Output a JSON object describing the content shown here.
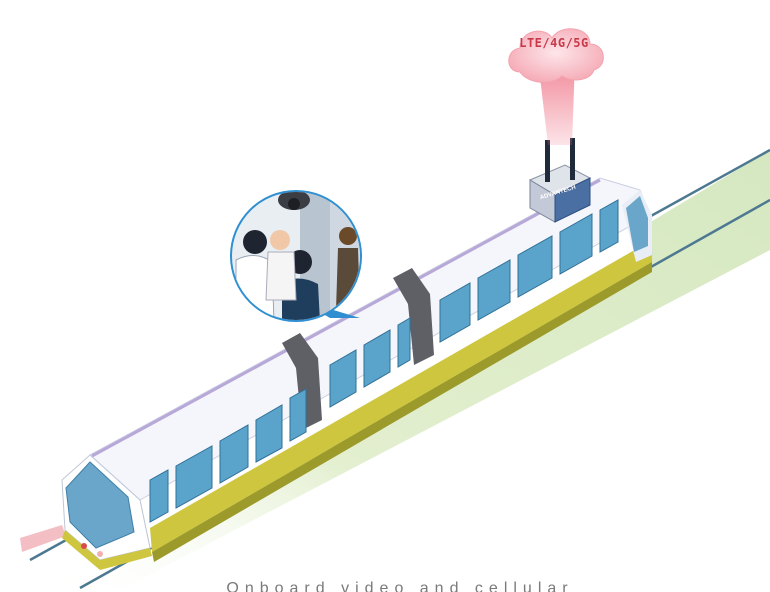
{
  "network_cloud": {
    "label": "LTE/4G/5G",
    "icon": "cloud-icon",
    "color": "#f3a3ae"
  },
  "router": {
    "brand_label": "ADVANTECH",
    "icon": "router-icon"
  },
  "callout": {
    "icon": "passengers-camera-icon"
  },
  "caption": "Onboard video and cellular connectivity",
  "colors": {
    "tram_body": "#ffffff",
    "tram_stripe": "#c9c23c",
    "window": "#4f9fc7",
    "ground": "#dcebc4",
    "rail": "#4d7891"
  }
}
